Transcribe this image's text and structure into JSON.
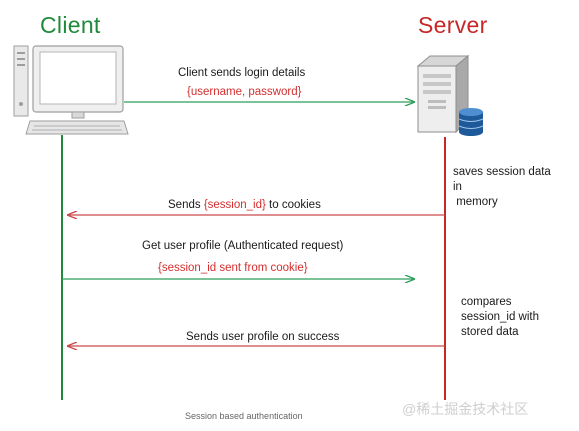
{
  "titles": {
    "client": "Client",
    "server": "Server"
  },
  "messages": [
    {
      "text": "Client sends login details",
      "sub": "{username, password}",
      "direction": "to-server"
    },
    {
      "prefix": "Sends ",
      "highlight": "{session_id}",
      "suffix": " to cookies",
      "direction": "to-client"
    },
    {
      "text": "Get user profile (Authenticated request)",
      "sub": "{session_id sent from cookie}",
      "direction": "to-server"
    },
    {
      "text": "Sends user profile on success",
      "direction": "to-client"
    }
  ],
  "notes": {
    "save": [
      "saves session data",
      "in",
      " memory"
    ],
    "compare": [
      "compares",
      "session_id with",
      "stored data"
    ]
  },
  "caption": "Session based authentication",
  "watermark": "@稀土掘金技术社区",
  "colors": {
    "client": "#1f8a3b",
    "server": "#c62828",
    "to_server_arrow": "#2e9e5b",
    "to_client_arrow": "#c94a4a"
  },
  "icons": {
    "client": "desktop-computer-icon",
    "server": "server-database-icon"
  }
}
